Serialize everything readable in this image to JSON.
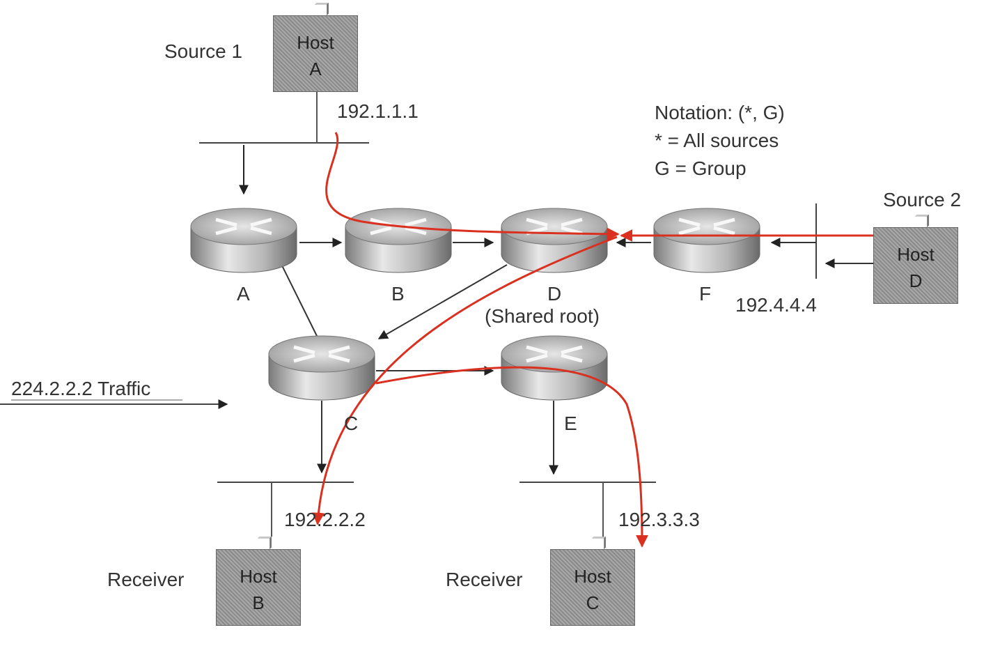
{
  "labels": {
    "source1": "Source 1",
    "source2": "Source 2",
    "ip_a": "192.1.1.1",
    "ip_f": "192.4.4.4",
    "ip_b": "192.2.2.2",
    "ip_c": "192.3.3.3",
    "notation_1": "Notation: (*, G)",
    "notation_2": "* = All sources",
    "notation_3": "G = Group",
    "traffic": "224.2.2.2 Traffic",
    "receiver_b": "Receiver",
    "receiver_c": "Receiver",
    "shared_root": "(Shared root)"
  },
  "hosts": [
    {
      "line1": "Host",
      "line2": "A"
    },
    {
      "line1": "Host",
      "line2": "D"
    },
    {
      "line1": "Host",
      "line2": "B"
    },
    {
      "line1": "Host",
      "line2": "C"
    }
  ],
  "routers": [
    {
      "label": "A"
    },
    {
      "label": "B"
    },
    {
      "label": "D"
    },
    {
      "label": "F"
    },
    {
      "label": "C"
    },
    {
      "label": "E"
    }
  ],
  "colors": {
    "path": "#d9301f",
    "link": "#333333"
  }
}
